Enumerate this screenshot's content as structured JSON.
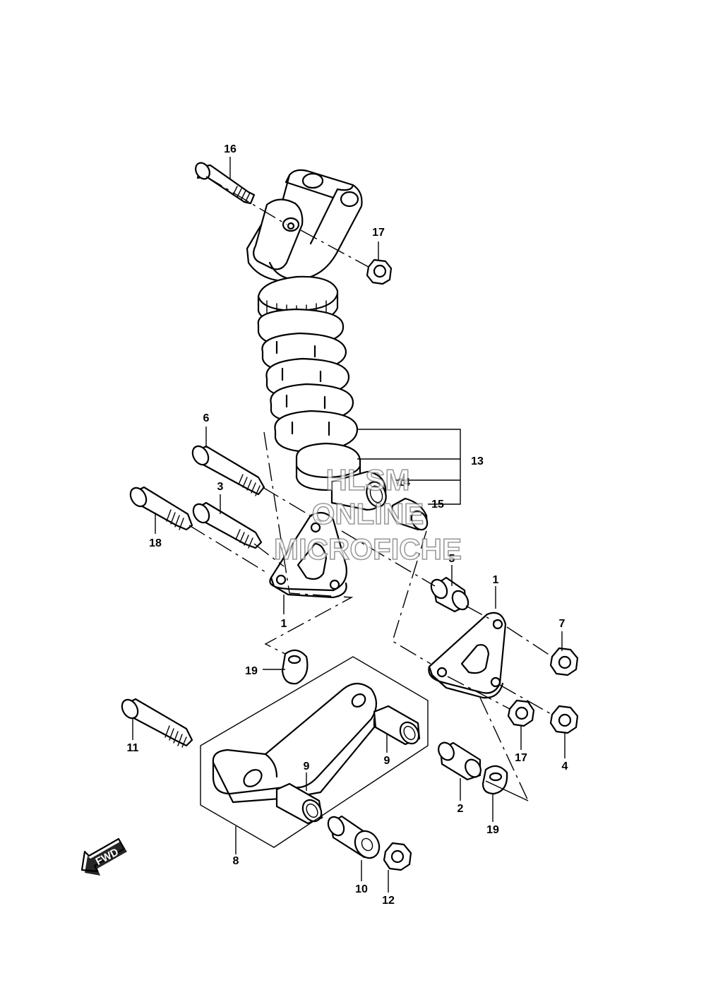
{
  "diagram": {
    "callouts": [
      "16",
      "17",
      "13",
      "14",
      "15",
      "6",
      "3",
      "18",
      "5",
      "1",
      "1",
      "7",
      "19",
      "11",
      "9",
      "9",
      "17",
      "4",
      "2",
      "19",
      "8",
      "10",
      "12"
    ],
    "watermark": {
      "line1": "HLSM",
      "line2": "ONLINE",
      "line3": "MICROFICHE"
    },
    "fwd_label": "FWD"
  }
}
